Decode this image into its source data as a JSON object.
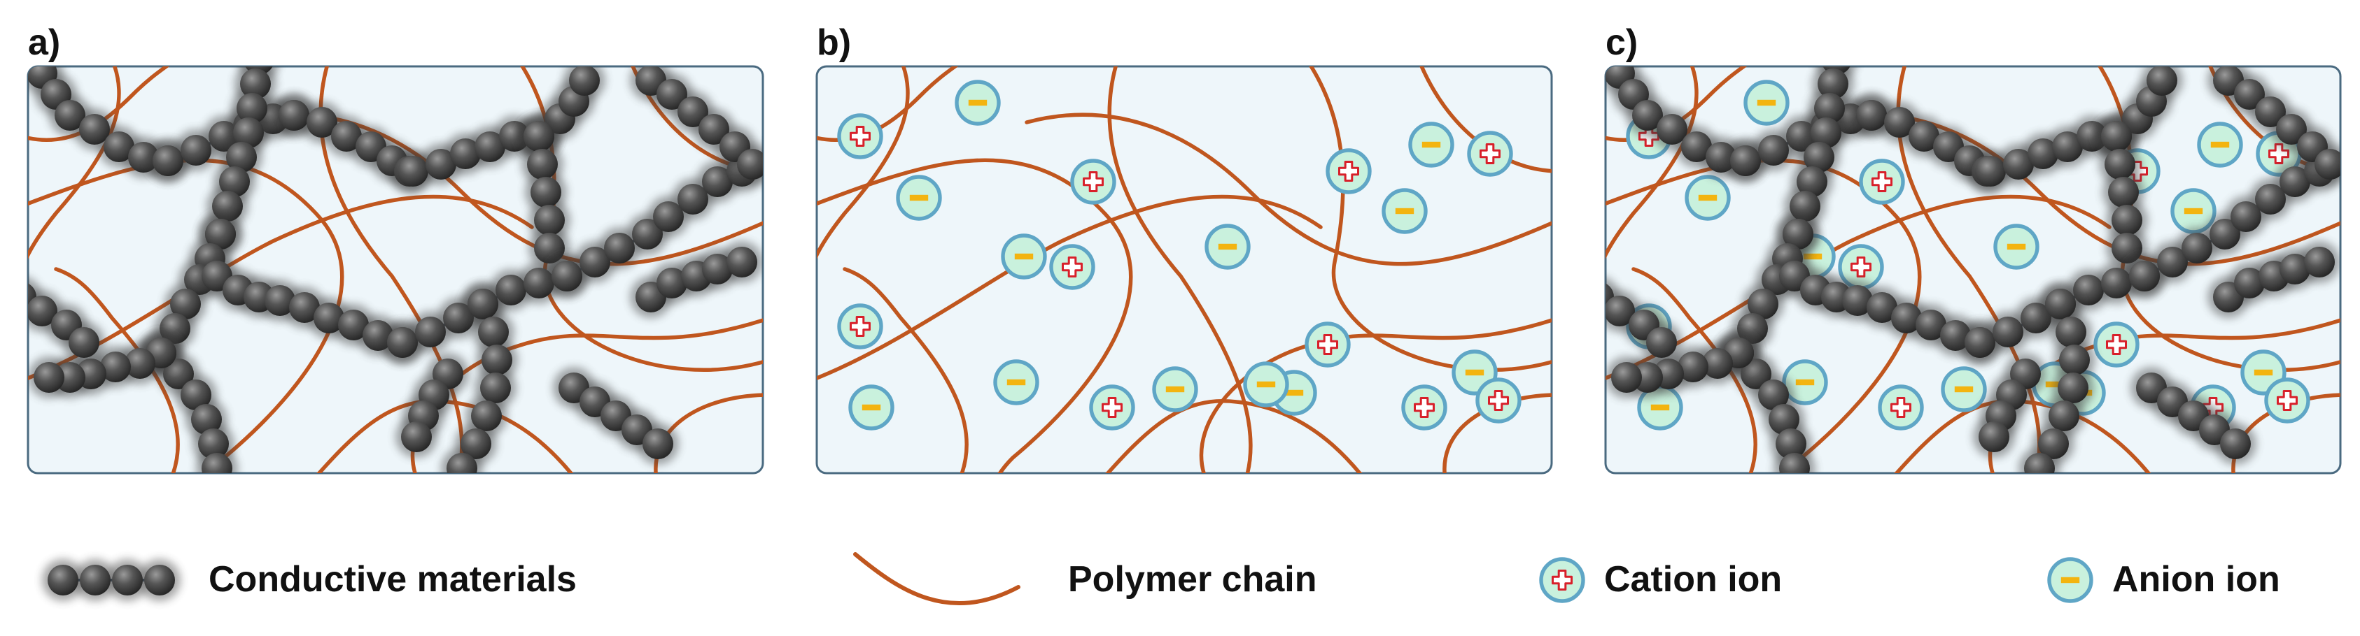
{
  "panels": [
    {
      "label": "a)",
      "show_conductive": true,
      "show_ions": false
    },
    {
      "label": "b)",
      "show_conductive": false,
      "show_ions": true
    },
    {
      "label": "c)",
      "show_conductive": true,
      "show_ions": true
    }
  ],
  "legend": {
    "conductive": "Conductive materials",
    "polymer": "Polymer chain",
    "cation": "Cation ion",
    "anion": "Anion ion"
  },
  "colors": {
    "panel_fill": "#eef6fa",
    "panel_border": "#4a6a80",
    "polymer": "#c0561e",
    "sphere": "#4a4a4a",
    "ion_ring": "#5fa6c6",
    "ion_fill": "#c9f1dd",
    "cation_sign": "#d8202a",
    "anion_sign": "#f3b410"
  }
}
